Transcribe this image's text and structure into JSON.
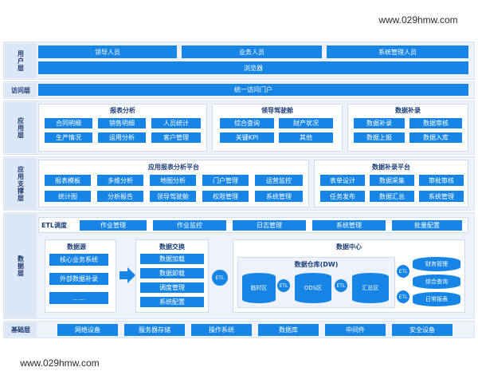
{
  "watermark": "www.029hmw.com",
  "layers": {
    "user": {
      "label": "用户层",
      "users": [
        "领导人员",
        "业务人员",
        "系统管理人员"
      ],
      "browser": "浏览器"
    },
    "access": {
      "label": "访问层",
      "portal": "统一访问门户"
    },
    "app": {
      "label": "应用层",
      "panels": [
        {
          "title": "报表分析",
          "items": [
            "合同明细",
            "销售明细",
            "人员统计",
            "生产情况",
            "运用分析",
            "客户管理"
          ]
        },
        {
          "title": "领导驾驶舱",
          "items": [
            "综合查询",
            "财产状况",
            "关键KPI",
            "其他"
          ]
        },
        {
          "title": "数据补录",
          "items": [
            "数据补录",
            "数据审核",
            "数据上报",
            "数据入库"
          ]
        }
      ]
    },
    "support": {
      "label": "应用支撑层",
      "panels": [
        {
          "title": "应用报表分析平台",
          "items": [
            "报表模板",
            "多维分析",
            "地图分析",
            "门户管理",
            "运营监控",
            "统计图",
            "分析报告",
            "领导驾驶舱",
            "权限管理",
            "系统管理"
          ]
        },
        {
          "title": "数据补录平台",
          "items": [
            "表单设计",
            "数据采集",
            "审批审核",
            "任务发布",
            "数据汇总",
            "系统管理"
          ]
        }
      ]
    },
    "data": {
      "label": "数据层",
      "etl_label": "ETL调度",
      "etl_items": [
        "作业管理",
        "作业监控",
        "日志管理",
        "系统管理",
        "批量配置"
      ],
      "source": {
        "title": "数据源",
        "items": [
          "核心业务系统",
          "外部数据补录",
          "……"
        ]
      },
      "exchange": {
        "title": "数据交换",
        "items": [
          "数据加载",
          "数据卸载",
          "调度管理",
          "系统配置"
        ]
      },
      "center": {
        "title": "数据中心",
        "warehouse_title": "数据仓库(DW)",
        "zones": [
          "临时区",
          "ODS区",
          "汇总区"
        ],
        "marts": [
          "财务管理",
          "综合查询",
          "日常报表"
        ],
        "etl_tag": "ETL"
      }
    },
    "base": {
      "label": "基础层",
      "items": [
        "网络设备",
        "服务器存储",
        "操作系统",
        "数据库",
        "中间件",
        "安全设备"
      ]
    }
  }
}
